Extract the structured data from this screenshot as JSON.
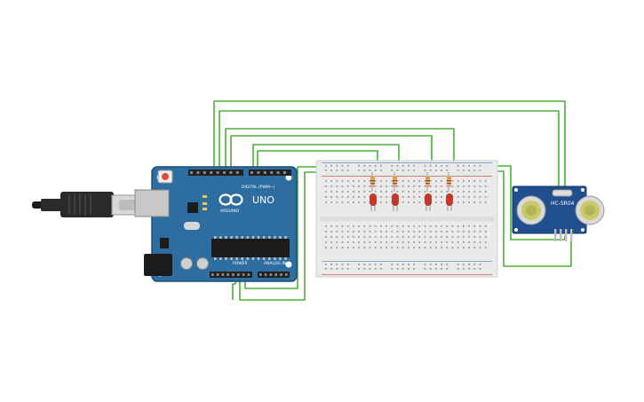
{
  "arduino": {
    "model_label": "UNO",
    "brand_label": "ARDUINO",
    "digital_header_label": "DIGITAL (PWM~)",
    "power_header_label": "POWER",
    "analog_header_label": "ANALOG IN",
    "digital_pin_count": 14,
    "power_pin_count": 8,
    "analog_pin_count": 6
  },
  "sensor": {
    "model_label": "HC-SR04"
  },
  "breadboard": {
    "led_count": 4,
    "resistor_count": 4
  },
  "colors": {
    "wire": "#4caf3a",
    "board": "#2d6da0",
    "board_dark": "#1f4f7a",
    "breadboard": "#eaeaea",
    "rail_red": "#d9534f",
    "rail_blue": "#6a8fc9",
    "led": "#c0392b",
    "sensor_board": "#1f4f8f",
    "transducer": "#c9c96a",
    "usb_plug": "#2a2a2a"
  }
}
